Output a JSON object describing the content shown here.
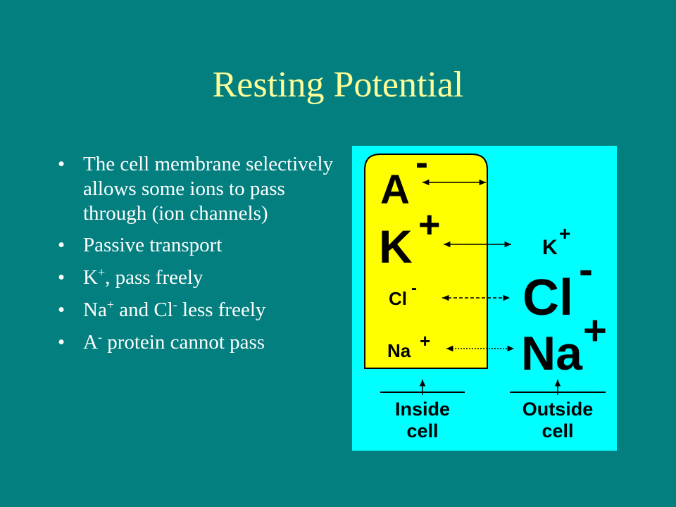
{
  "slide": {
    "title": "Resting Potential",
    "bullets": [
      {
        "parts": [
          {
            "text": "The cell membrane selectively allows some ions to pass through (ion channels)"
          }
        ]
      },
      {
        "parts": [
          {
            "text": "Passive transport"
          }
        ]
      },
      {
        "parts": [
          {
            "text": "K"
          },
          {
            "text": "+",
            "sup": true
          },
          {
            "text": ", pass freely"
          }
        ]
      },
      {
        "parts": [
          {
            "text": "Na"
          },
          {
            "text": "+",
            "sup": true
          },
          {
            "text": " and Cl"
          },
          {
            "text": "-",
            "sup": true
          },
          {
            "text": " less freely"
          }
        ]
      },
      {
        "parts": [
          {
            "text": "A"
          },
          {
            "text": "-",
            "sup": true
          },
          {
            "text": " protein cannot pass"
          }
        ]
      }
    ],
    "bullet_glyph": "•"
  },
  "diagram": {
    "colors": {
      "background": "#00ffff",
      "cell": "#ffff00",
      "border": "#000000"
    },
    "inside": {
      "ions": [
        {
          "symbol": "A",
          "charge": "-"
        },
        {
          "symbol": "K",
          "charge": "+"
        },
        {
          "symbol": "Cl",
          "charge": "-"
        },
        {
          "symbol": "Na",
          "charge": "+"
        }
      ],
      "label_line1": "Inside",
      "label_line2": "cell"
    },
    "outside": {
      "ions": [
        {
          "symbol": "K",
          "charge": "+"
        },
        {
          "symbol": "Cl",
          "charge": "-"
        },
        {
          "symbol": "Na",
          "charge": "+"
        }
      ],
      "label_line1": "Outside",
      "label_line2": "cell"
    }
  }
}
